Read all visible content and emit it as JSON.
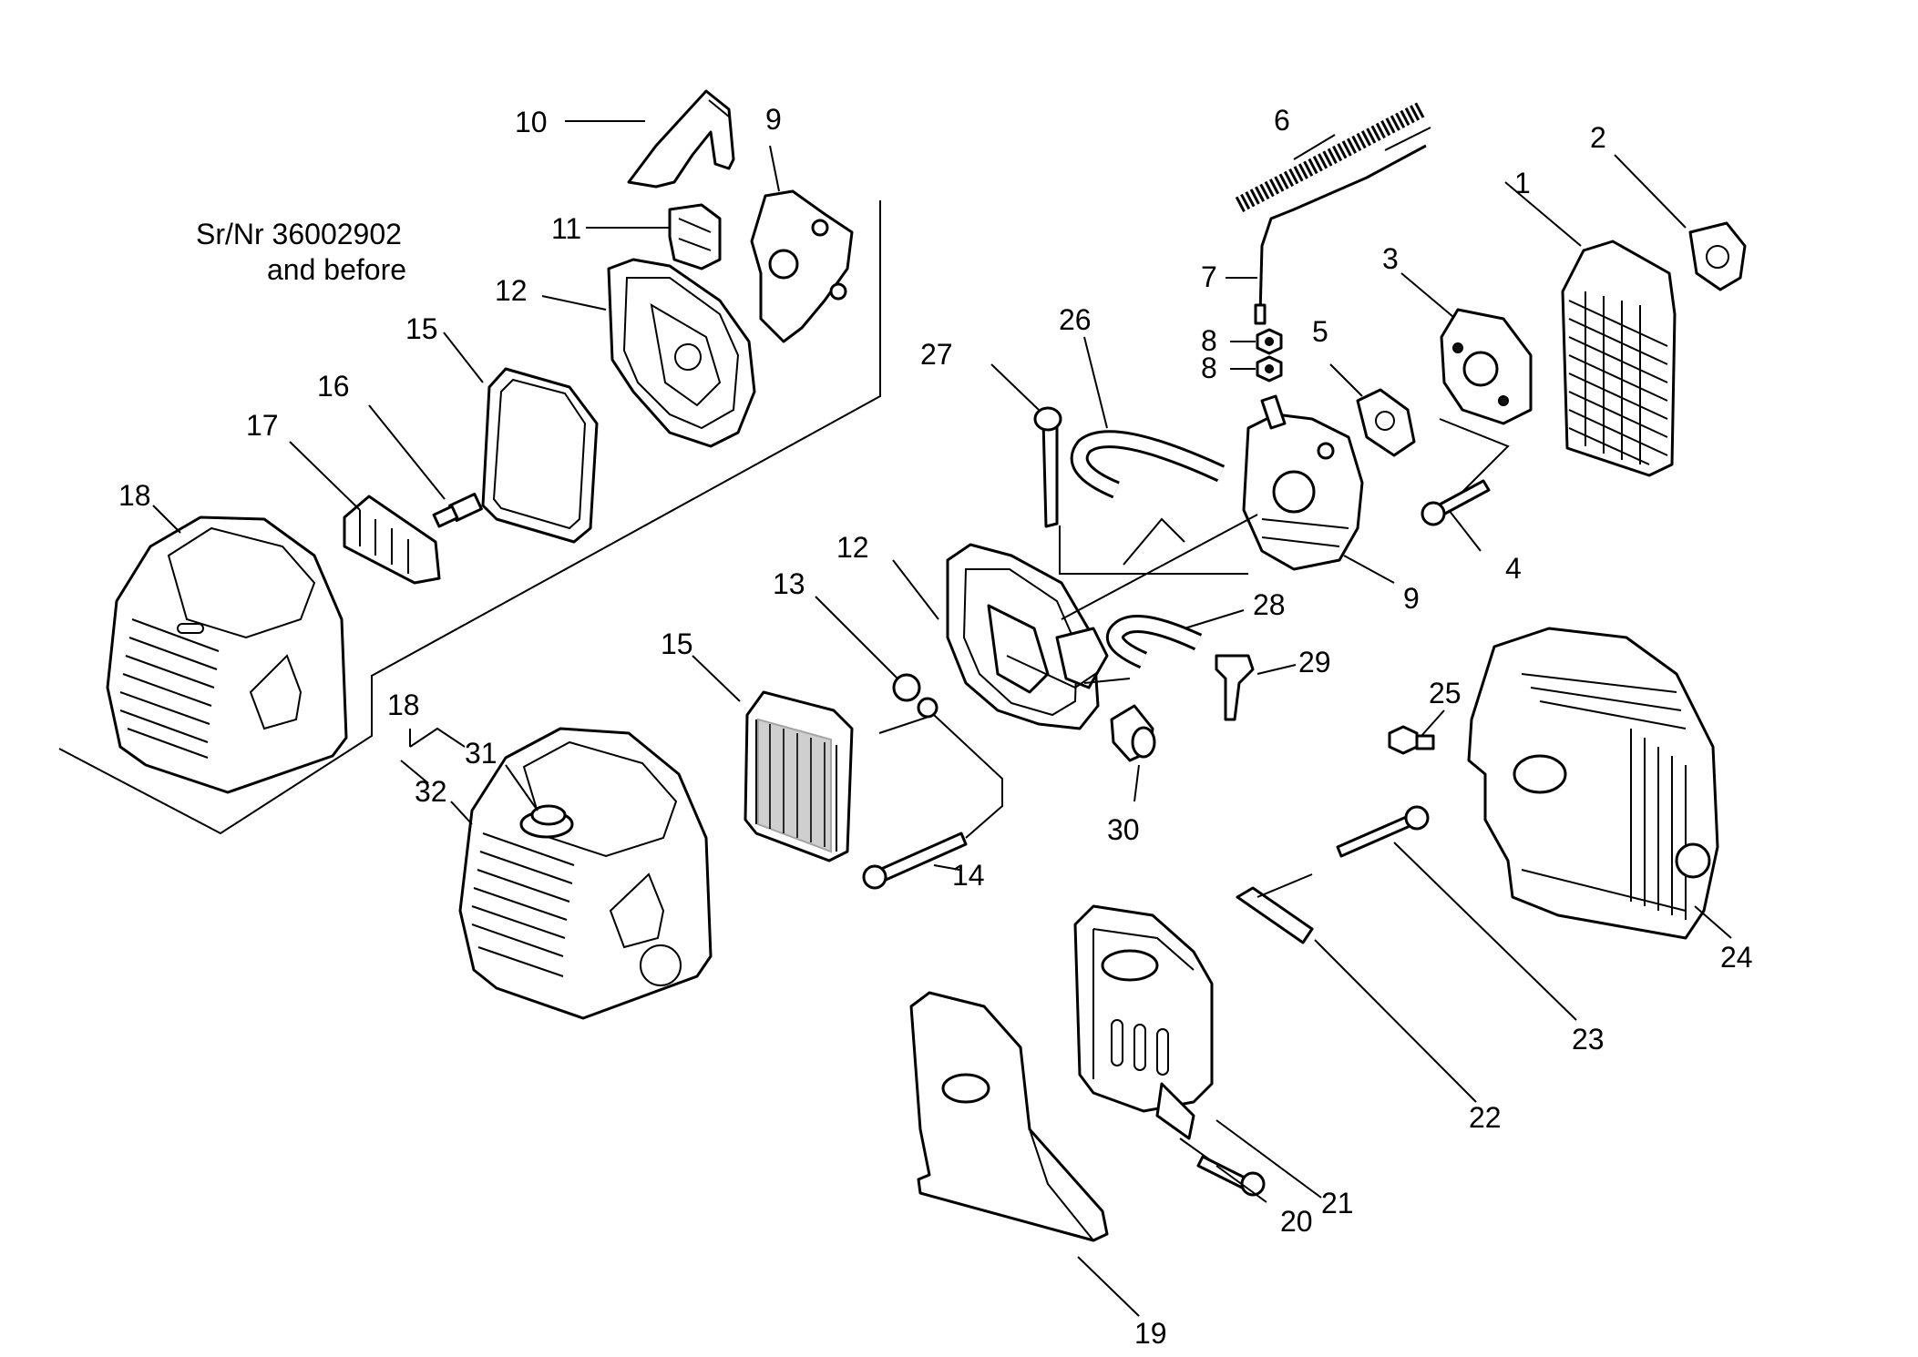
{
  "note": {
    "line1": "Sr/Nr 36002902",
    "line2": "and before"
  },
  "callouts": [
    "1",
    "2",
    "3",
    "4",
    "5",
    "6",
    "7",
    "8",
    "8",
    "9",
    "9",
    "10",
    "11",
    "12",
    "12",
    "13",
    "14",
    "15",
    "15",
    "16",
    "17",
    "18",
    "18",
    "19",
    "20",
    "21",
    "22",
    "23",
    "24",
    "25",
    "26",
    "27",
    "28",
    "29",
    "30",
    "31",
    "32"
  ]
}
